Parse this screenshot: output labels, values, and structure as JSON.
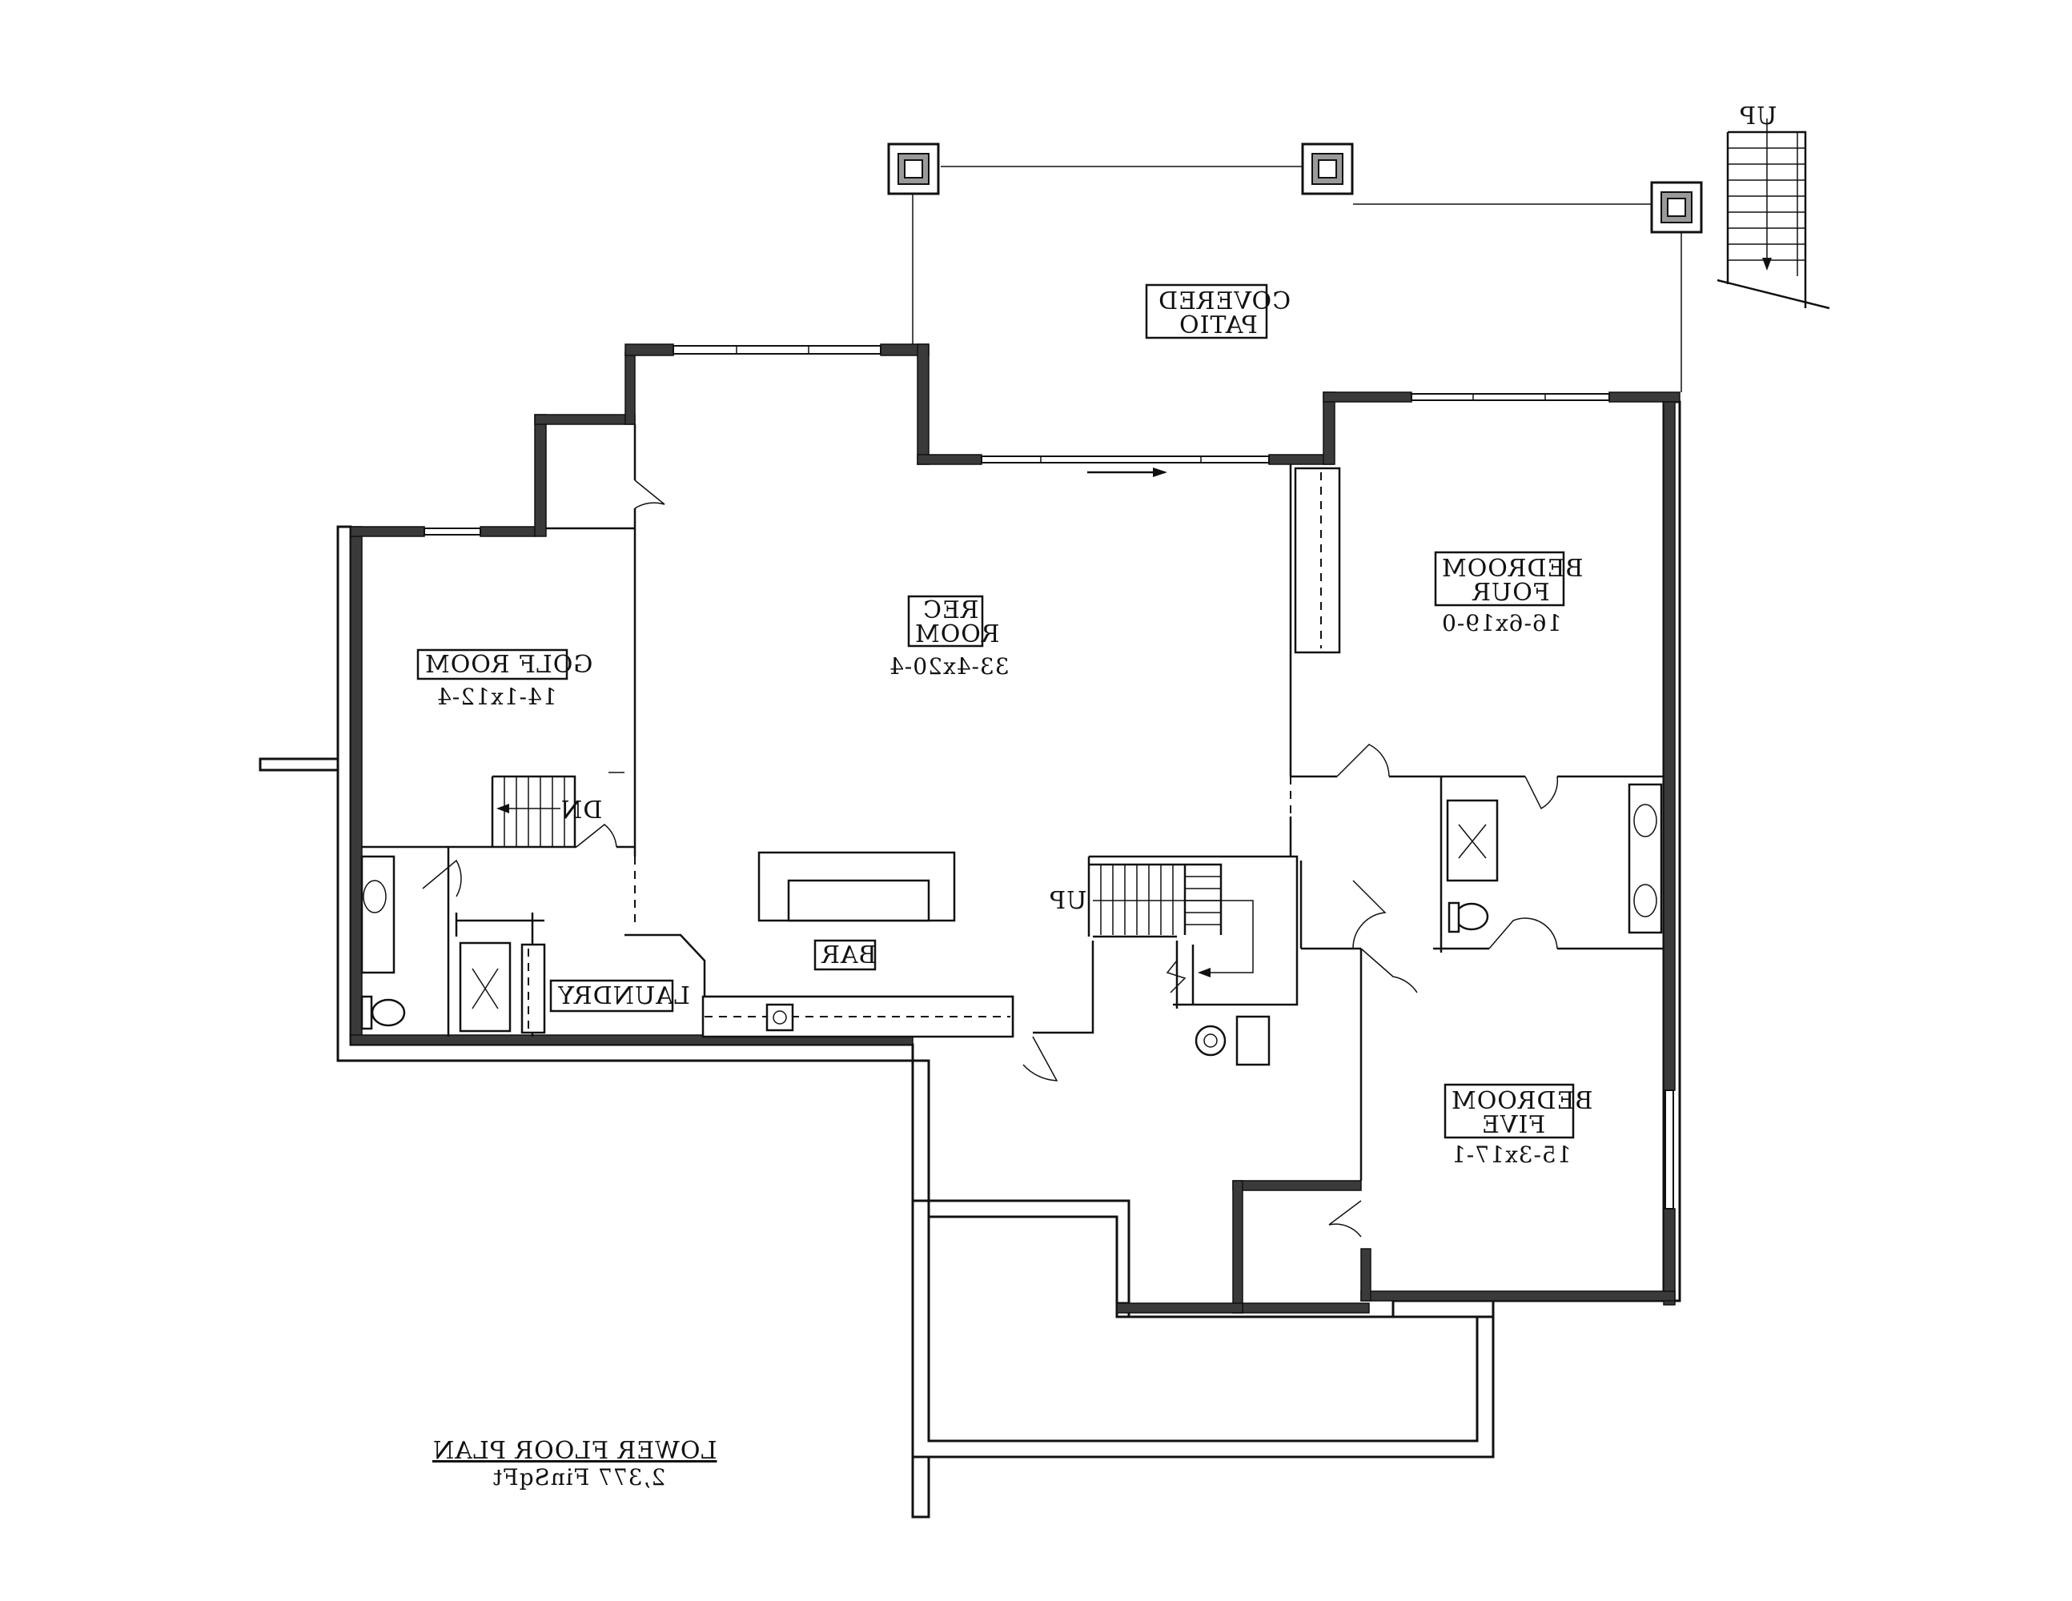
{
  "plan": {
    "title": "LOWER FLOOR PLAN",
    "area": "2,377 FinSqFt"
  },
  "rooms": {
    "covered_patio": {
      "line1": "COVERED",
      "line2": "PATIO"
    },
    "rec_room": {
      "line1": "REC",
      "line2": "ROOM",
      "dims": "33-4x20-4"
    },
    "golf_room": {
      "name": "GOLF ROOM",
      "dims": "14-1x12-4"
    },
    "bedroom_four": {
      "line1": "BEDROOM",
      "line2": "FOUR",
      "dims": "16-6x19-0"
    },
    "bedroom_five": {
      "line1": "BEDROOM",
      "line2": "FIVE",
      "dims": "15-3x17-1"
    },
    "bar": {
      "name": "BAR"
    },
    "laundry": {
      "name": "LAUNDRY"
    }
  },
  "stairs": {
    "exterior_up": "UP",
    "interior_up": "UP",
    "golf_down": "DN"
  },
  "colors": {
    "wall": "#3a3a3a",
    "line": "#111111",
    "background": "#ffffff"
  }
}
